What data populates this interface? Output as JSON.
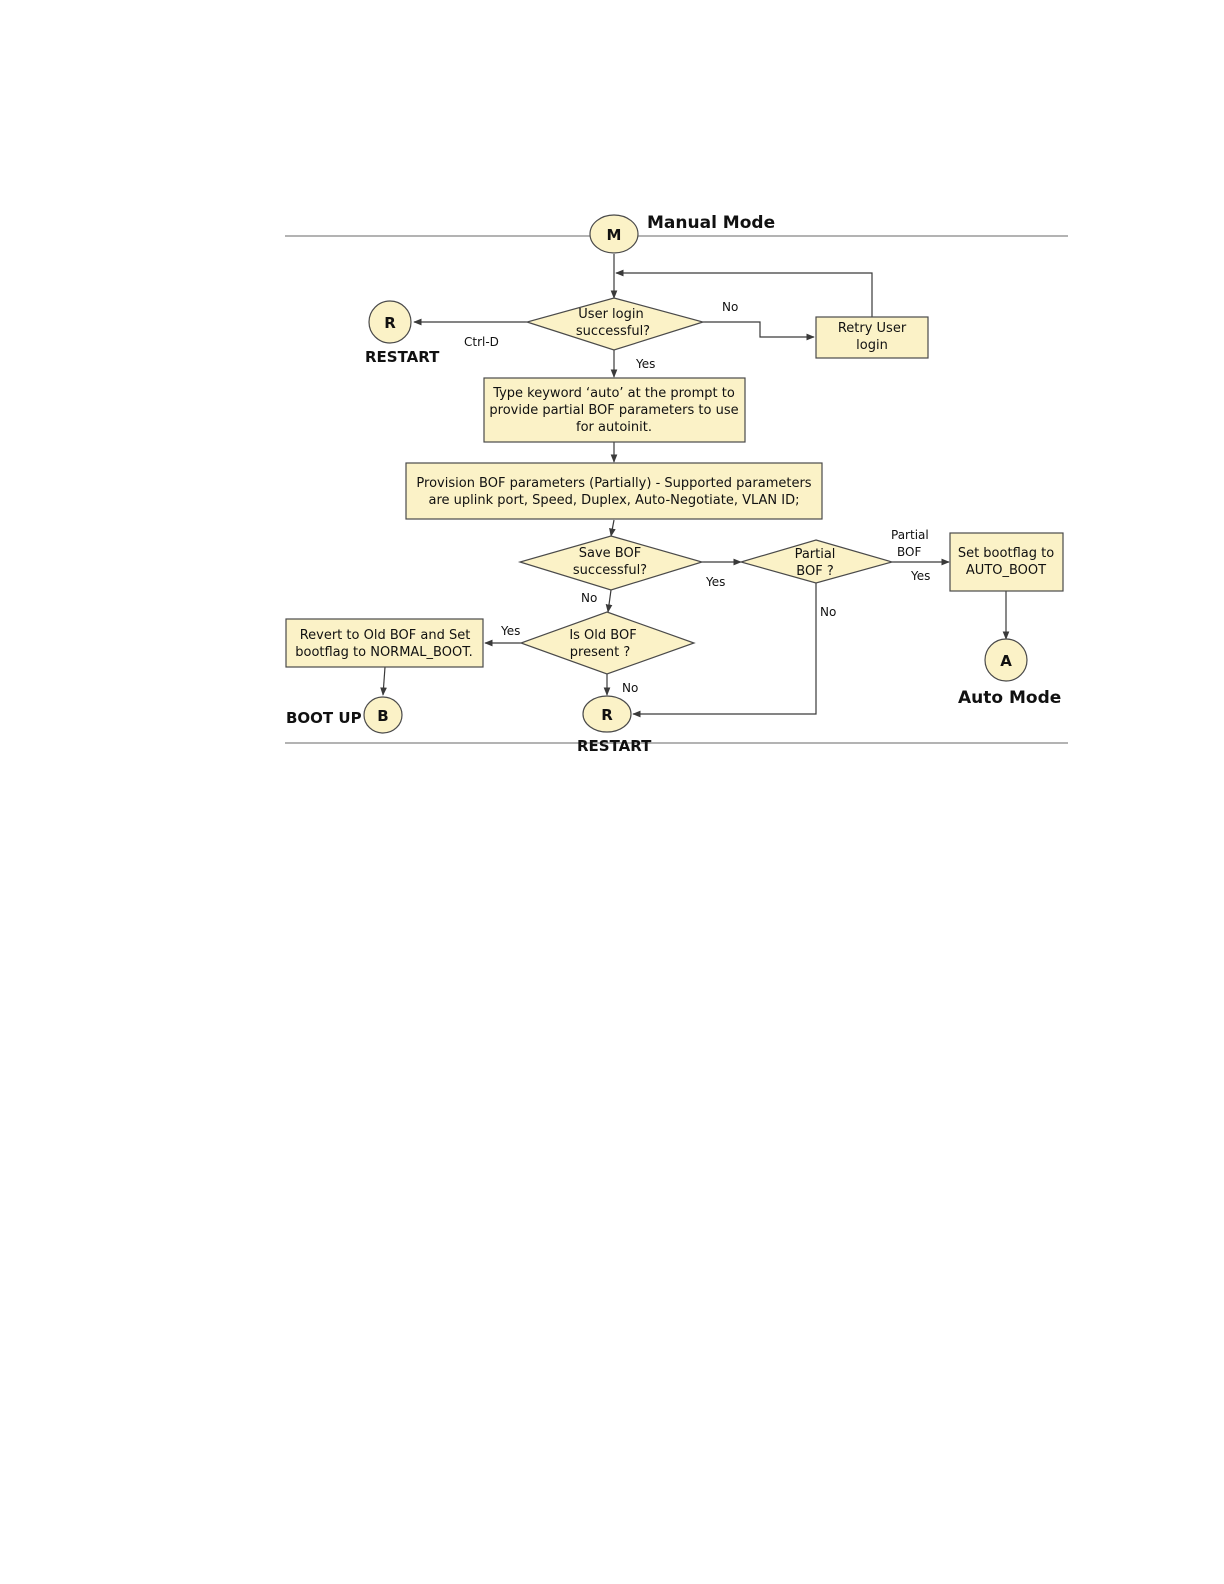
{
  "headings": {
    "manual_mode": "Manual Mode",
    "auto_mode": "Auto Mode",
    "boot_up": "BOOT UP",
    "restart_left": "RESTART",
    "restart_bottom": "RESTART"
  },
  "connectors": {
    "m": "M",
    "r_left": "R",
    "r_bottom": "R",
    "a": "A",
    "b": "B"
  },
  "decisions": {
    "login": [
      "User login",
      "successful?"
    ],
    "save_bof": [
      "Save BOF",
      "successful?"
    ],
    "partial_bof": [
      "Partial",
      "BOF ?"
    ],
    "old_bof": [
      "Is Old BOF",
      "present ?"
    ]
  },
  "processes": {
    "retry": [
      "Retry User",
      "login"
    ],
    "keyword": [
      "Type keyword ‘auto’ at the prompt to",
      "provide partial BOF parameters to use",
      "for autoinit."
    ],
    "provision": [
      "Provision BOF parameters (Partially) - Supported parameters",
      "are uplink port, Speed, Duplex, Auto-Negotiate, VLAN ID;"
    ],
    "set_bootflag": [
      "Set bootflag to",
      "AUTO_BOOT"
    ],
    "revert": [
      "Revert to Old BOF and Set",
      "bootflag to NORMAL_BOOT."
    ]
  },
  "edge_labels": {
    "login_no": "No",
    "ctrl_d": "Ctrl-D",
    "login_yes": "Yes",
    "save_yes": "Yes",
    "save_no": "No",
    "partial_bof": [
      "Partial",
      "BOF"
    ],
    "partial_yes": "Yes",
    "partial_no": "No",
    "old_yes": "Yes",
    "old_no": "No"
  },
  "colors": {
    "node_fill": "#fbf2c7",
    "node_stroke": "#4a4a4a",
    "edge": "#3a3a3a",
    "rule": "#9a9a9a"
  }
}
